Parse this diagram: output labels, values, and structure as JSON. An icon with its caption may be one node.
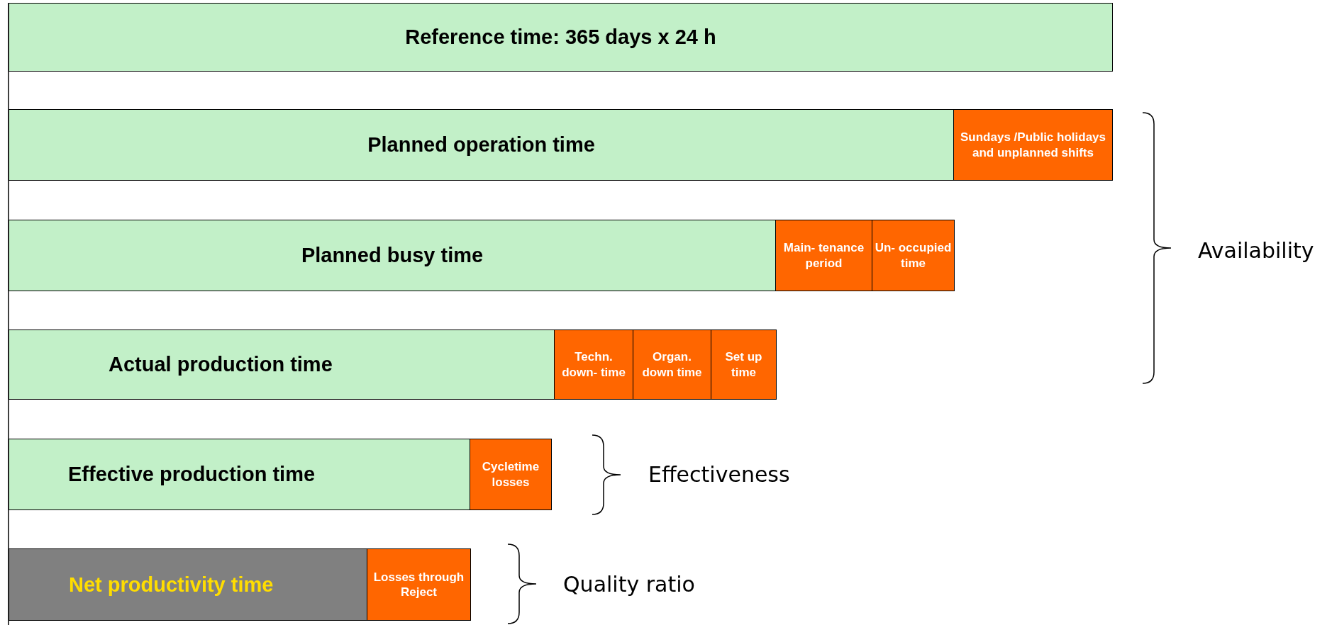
{
  "diagram": {
    "nodes": [
      {
        "text": [
          "Reference time: 365 days x 24 h"
        ]
      },
      {
        "text": [
          "Planned operation time"
        ]
      },
      {
        "text": [
          "Sundays /Public holidays and unplanned shifts"
        ]
      },
      {
        "text": [
          "Planned busy time"
        ]
      },
      {
        "text": [
          "Main- tenance period"
        ]
      },
      {
        "text": [
          "Un- occupied time"
        ]
      },
      {
        "text": [
          "Actual production time"
        ]
      },
      {
        "text": [
          "Techn. down- time"
        ]
      },
      {
        "text": [
          "Organ. down time"
        ]
      },
      {
        "text": [
          "Set up time"
        ]
      },
      {
        "text": [
          "Effective production time"
        ]
      },
      {
        "text": [
          "Cycletime losses"
        ]
      },
      {
        "text": [
          "Net productivity time"
        ]
      },
      {
        "text": [
          "Losses through Reject"
        ]
      }
    ],
    "labels": [
      "Availability",
      "Effectiveness",
      "Quality ratio"
    ]
  }
}
